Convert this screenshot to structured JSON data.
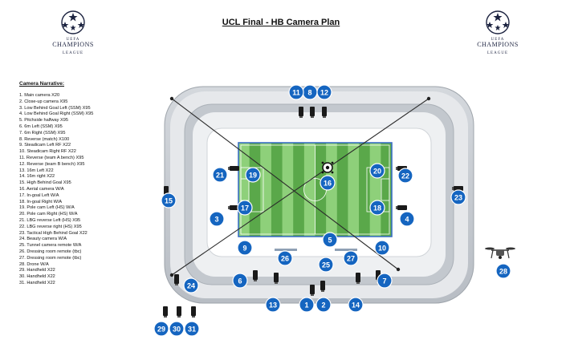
{
  "title": "UCL Final -  HB Camera Plan",
  "logo": {
    "line1": "CHAMPIONS",
    "line2": "LEAGUE",
    "uefa": "UEFA"
  },
  "narrative": {
    "heading": "Camera Narrative:",
    "items": [
      "1. Main camera X20",
      "2. Close-up camera X95",
      "3. Low Behind Goal Left (SSM) X95",
      "4. Low Behind Goal Right (SSM) X95",
      "5. Pitchside halfway X95",
      "6. 6m Left (SSM) X95",
      "7. 6m Right (SSM) X95",
      "8. Reverse (match) X100",
      "9. Steadicam Left RF X22",
      "10. Steadicam Right RF X22",
      "11. Reverse (team A bench) X95",
      "12. Reverse (team B bench) X95",
      "13. 16m Left X22",
      "14. 16m right X22",
      "15. High Behind Goal X95",
      "16. Aerial camera W/A",
      "17. In-goal Left W/A",
      "18. In-goal Right W/A",
      "19. Pole cam Left (HS) W/A",
      "20. Pole cam Right (HS) W/A",
      "21. LBG reverse Left (HS) X95",
      "22. LBG reverse right (HS) X95",
      "23. Tactical High Behind Goal  X22",
      "24. Beauty camera W/A",
      "25. Tunnel camera remote W/A",
      "26. Dressing room remote  (tbc)",
      "27. Dressing room remote  (tbc)",
      "28. Drone W/A",
      "29. Handheld X22",
      "30. Handheld X22",
      "31. Handheld X22"
    ]
  },
  "colors": {
    "badge": "#1565c0",
    "stand": "#c9cdd3",
    "pitch_dark": "#5aa84a",
    "pitch_light": "#8ed07a"
  },
  "cameras": [
    {
      "id": "1",
      "label": "1"
    },
    {
      "id": "2",
      "label": "2"
    },
    {
      "id": "3",
      "label": "3"
    },
    {
      "id": "4",
      "label": "4"
    },
    {
      "id": "5",
      "label": "5"
    },
    {
      "id": "6",
      "label": "6"
    },
    {
      "id": "7",
      "label": "7"
    },
    {
      "id": "8",
      "label": "8"
    },
    {
      "id": "9",
      "label": "9"
    },
    {
      "id": "10",
      "label": "10"
    },
    {
      "id": "11",
      "label": "11"
    },
    {
      "id": "12",
      "label": "12"
    },
    {
      "id": "13",
      "label": "13"
    },
    {
      "id": "14",
      "label": "14"
    },
    {
      "id": "15",
      "label": "15"
    },
    {
      "id": "16",
      "label": "16"
    },
    {
      "id": "17",
      "label": "17"
    },
    {
      "id": "18",
      "label": "18"
    },
    {
      "id": "19",
      "label": "19"
    },
    {
      "id": "20",
      "label": "20"
    },
    {
      "id": "21",
      "label": "21"
    },
    {
      "id": "22",
      "label": "22"
    },
    {
      "id": "23",
      "label": "23"
    },
    {
      "id": "24",
      "label": "24"
    },
    {
      "id": "25",
      "label": "25"
    },
    {
      "id": "26",
      "label": "26"
    },
    {
      "id": "27",
      "label": "27"
    },
    {
      "id": "28",
      "label": "28"
    },
    {
      "id": "29",
      "label": "29"
    },
    {
      "id": "30",
      "label": "30"
    },
    {
      "id": "31",
      "label": "31"
    }
  ]
}
